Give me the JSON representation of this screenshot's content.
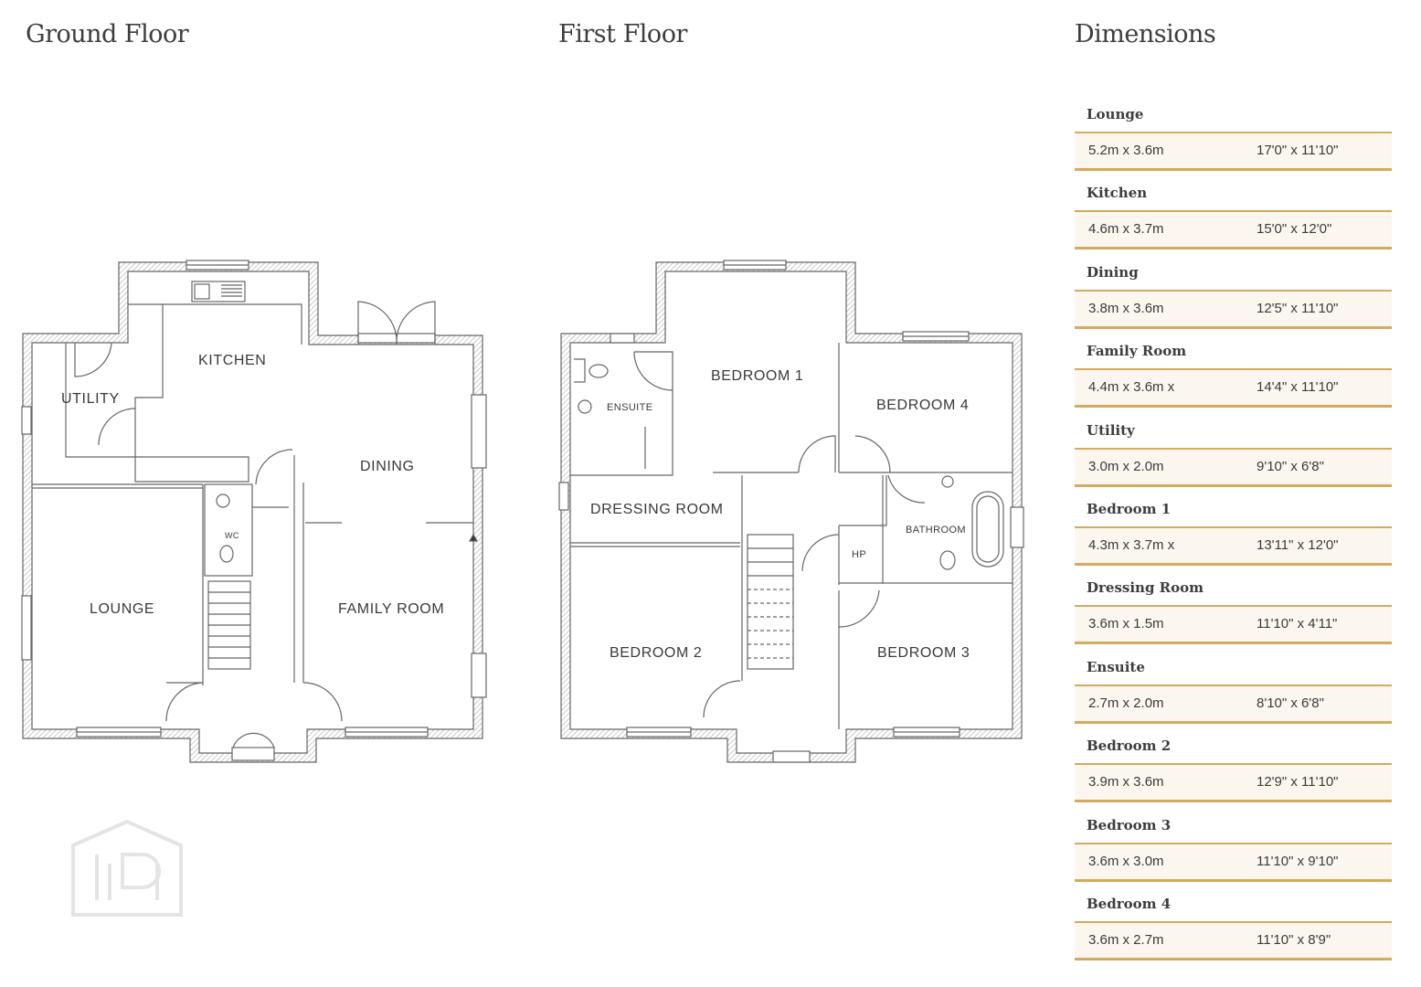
{
  "headings": {
    "ground_floor": "Ground Floor",
    "first_floor": "First Floor",
    "dimensions": "Dimensions"
  },
  "ground_floor_rooms": {
    "kitchen": "KITCHEN",
    "utility": "UTILITY",
    "dining": "DINING",
    "lounge": "LOUNGE",
    "family_room": "FAMILY ROOM",
    "wc": "WC"
  },
  "first_floor_rooms": {
    "bedroom1": "BEDROOM 1",
    "bedroom2": "BEDROOM 2",
    "bedroom3": "BEDROOM 3",
    "bedroom4": "BEDROOM 4",
    "ensuite": "ENSUITE",
    "dressing_room": "DRESSING ROOM",
    "bathroom": "BATHROOM",
    "hp": "HP"
  },
  "dimensions": [
    {
      "name": "Lounge",
      "metric": "5.2m x 3.6m",
      "imperial": "17'0\" x 11'10\""
    },
    {
      "name": "Kitchen",
      "metric": "4.6m x 3.7m",
      "imperial": "15'0\" x 12'0\""
    },
    {
      "name": "Dining",
      "metric": "3.8m x 3.6m",
      "imperial": "12'5\" x 11'10\""
    },
    {
      "name": "Family Room",
      "metric": "4.4m x 3.6m x",
      "imperial": "14'4\" x 11'10\""
    },
    {
      "name": "Utility",
      "metric": "3.0m x 2.0m",
      "imperial": "9'10\" x 6'8\""
    },
    {
      "name": "Bedroom 1",
      "metric": "4.3m x 3.7m x",
      "imperial": "13'11\" x 12'0\""
    },
    {
      "name": "Dressing Room",
      "metric": "3.6m x 1.5m",
      "imperial": "11'10\" x 4'11\""
    },
    {
      "name": "Ensuite",
      "metric": "2.7m x 2.0m",
      "imperial": "8'10\" x 6'8\""
    },
    {
      "name": "Bedroom 2",
      "metric": "3.9m x 3.6m",
      "imperial": "12'9\" x 11'10\""
    },
    {
      "name": "Bedroom 3",
      "metric": "3.6m x 3.0m",
      "imperial": "11'10\" x 9'10\""
    },
    {
      "name": "Bedroom 4",
      "metric": "3.6m x 2.7m",
      "imperial": "11'10\" x 8'9\""
    }
  ],
  "colors": {
    "accent_gold": "#d4aa5e",
    "band_bg": "#fbf7ef",
    "wall": "#666666"
  },
  "icons": [
    "property-logo-icon"
  ]
}
